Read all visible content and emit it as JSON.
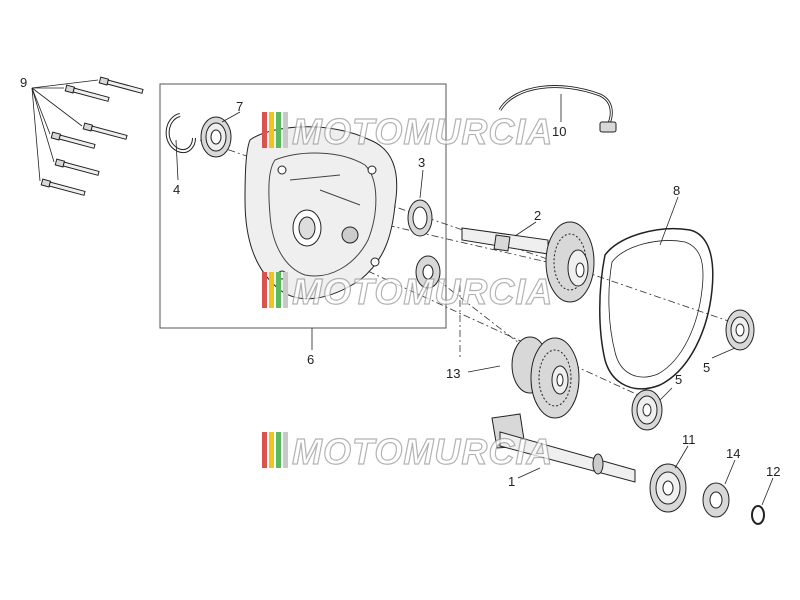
{
  "watermark": {
    "text": "MOTOMURCIA",
    "stripe_colors": [
      "#d9534f",
      "#f0c419",
      "#5cb85c",
      "#c8c8c8"
    ]
  },
  "callouts": [
    {
      "id": "c1",
      "label": "1"
    },
    {
      "id": "c2",
      "label": "2"
    },
    {
      "id": "c3",
      "label": "3"
    },
    {
      "id": "c4",
      "label": "4"
    },
    {
      "id": "c5a",
      "label": "5"
    },
    {
      "id": "c5b",
      "label": "5"
    },
    {
      "id": "c6",
      "label": "6"
    },
    {
      "id": "c7",
      "label": "7"
    },
    {
      "id": "c8",
      "label": "8"
    },
    {
      "id": "c9",
      "label": "9"
    },
    {
      "id": "c10",
      "label": "10"
    },
    {
      "id": "c11",
      "label": "11"
    },
    {
      "id": "c12",
      "label": "12"
    },
    {
      "id": "c13",
      "label": "13"
    },
    {
      "id": "c14",
      "label": "14"
    }
  ]
}
